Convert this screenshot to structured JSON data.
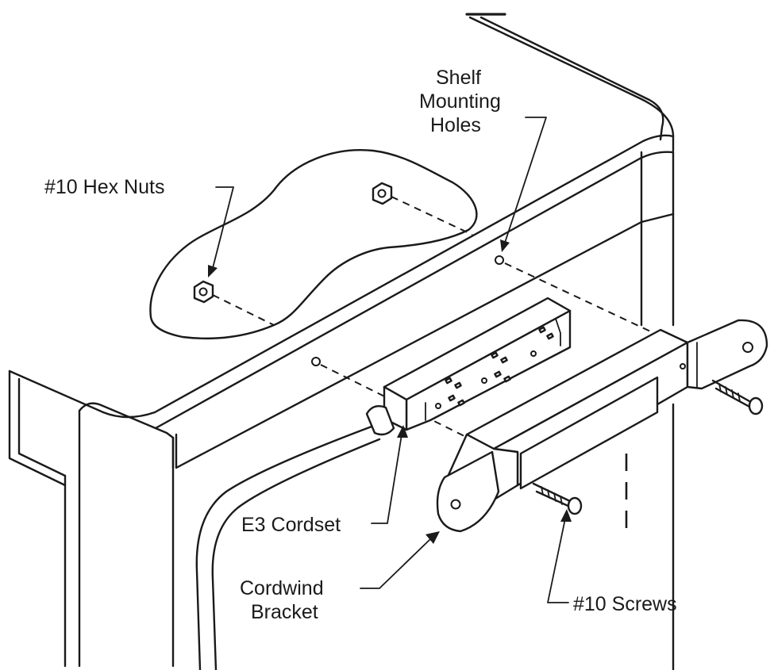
{
  "callouts": {
    "hex_nuts": "#10 Hex Nuts",
    "shelf_holes_line1": "Shelf",
    "shelf_holes_line2": "Mounting",
    "shelf_holes_line3": "Holes",
    "cordset": "E3 Cordset",
    "bracket_line1": "Cordwind",
    "bracket_line2": "Bracket",
    "screws": "#10 Screws"
  }
}
